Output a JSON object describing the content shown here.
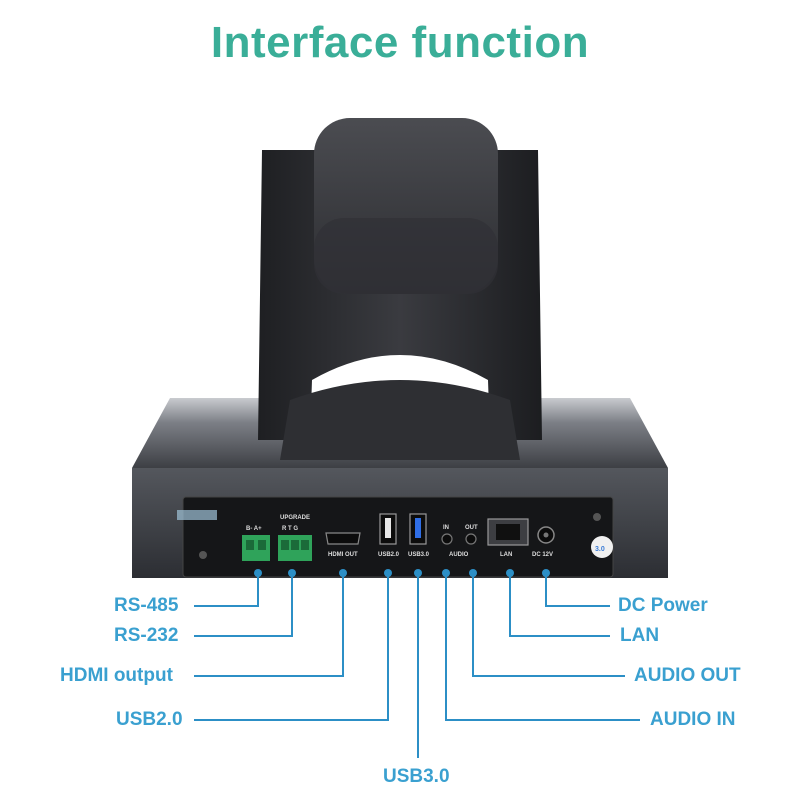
{
  "title": "Interface function",
  "colors": {
    "title": "#3aae98",
    "label": "#3aa0d0",
    "leader": "#2c8fc6",
    "camera_body": "#2a2b2e",
    "panel": "#151618",
    "terminal": "#2fa35a"
  },
  "panel_printed": {
    "rs485": "B-  A+",
    "upgrade": "UPGRADE",
    "rtg": "R  T  G",
    "hdmi": "HDMI  OUT",
    "usb2": "USB2.0",
    "usb3": "USB3.0",
    "audio_in": "IN",
    "audio_out": "OUT",
    "audio": "AUDIO",
    "lan": "LAN",
    "dc": "DC 12V"
  },
  "labels": {
    "rs485": "RS-485",
    "rs232": "RS-232",
    "hdmi": "HDMI output",
    "usb2": "USB2.0",
    "usb3": "USB3.0",
    "dc_power": "DC Power",
    "lan": "LAN",
    "audio_out": "AUDIO OUT",
    "audio_in": "AUDIO IN"
  }
}
